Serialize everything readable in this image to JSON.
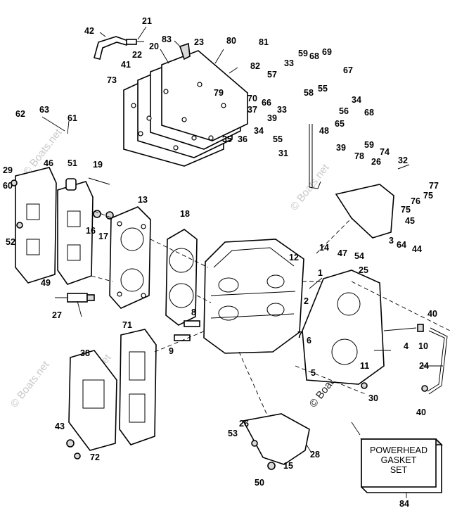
{
  "watermark": {
    "text": "© Boats.net"
  },
  "kit_box": {
    "lines": [
      "POWERHEAD",
      "GASKET",
      "SET"
    ],
    "number": "84"
  },
  "callouts": {
    "c1": "1",
    "c2": "2",
    "c3": "3",
    "c4": "4",
    "c5": "5",
    "c6": "6",
    "c7": "7",
    "c8": "8",
    "c9": "9",
    "c10": "10",
    "c11": "11",
    "c12": "12",
    "c13": "13",
    "c14": "14",
    "c15": "15",
    "c16": "16",
    "c17": "17",
    "c18": "18",
    "c19": "19",
    "c20": "20",
    "c21": "21",
    "c22": "22",
    "c23": "23",
    "c24": "24",
    "c25": "25",
    "c26a": "26",
    "c26b": "26",
    "c27": "27",
    "c28": "28",
    "c29": "29",
    "c30": "30",
    "c31": "31",
    "c32": "32",
    "c33a": "33",
    "c33b": "33",
    "c34a": "34",
    "c34b": "34",
    "c35": "35",
    "c36": "36",
    "c37": "37",
    "c38": "38",
    "c39a": "39",
    "c39b": "39",
    "c40a": "40",
    "c40b": "40",
    "c41": "41",
    "c42": "42",
    "c43": "43",
    "c44": "44",
    "c45": "45",
    "c46": "46",
    "c47": "47",
    "c48": "48",
    "c49": "49",
    "c50": "50",
    "c51": "51",
    "c52": "52",
    "c53": "53",
    "c54": "54",
    "c55a": "55",
    "c55b": "55",
    "c56": "56",
    "c57": "57",
    "c58": "58",
    "c59a": "59",
    "c59b": "59",
    "c60": "60",
    "c61": "61",
    "c62": "62",
    "c63": "63",
    "c64": "64",
    "c65": "65",
    "c66": "66",
    "c67": "67",
    "c68a": "68",
    "c68b": "68",
    "c69": "69",
    "c70": "70",
    "c71": "71",
    "c72": "72",
    "c73": "73",
    "c74": "74",
    "c75a": "75",
    "c75b": "75",
    "c76": "76",
    "c77": "77",
    "c78": "78",
    "c79": "79",
    "c80": "80",
    "c81": "81",
    "c82": "82",
    "c83": "83"
  }
}
